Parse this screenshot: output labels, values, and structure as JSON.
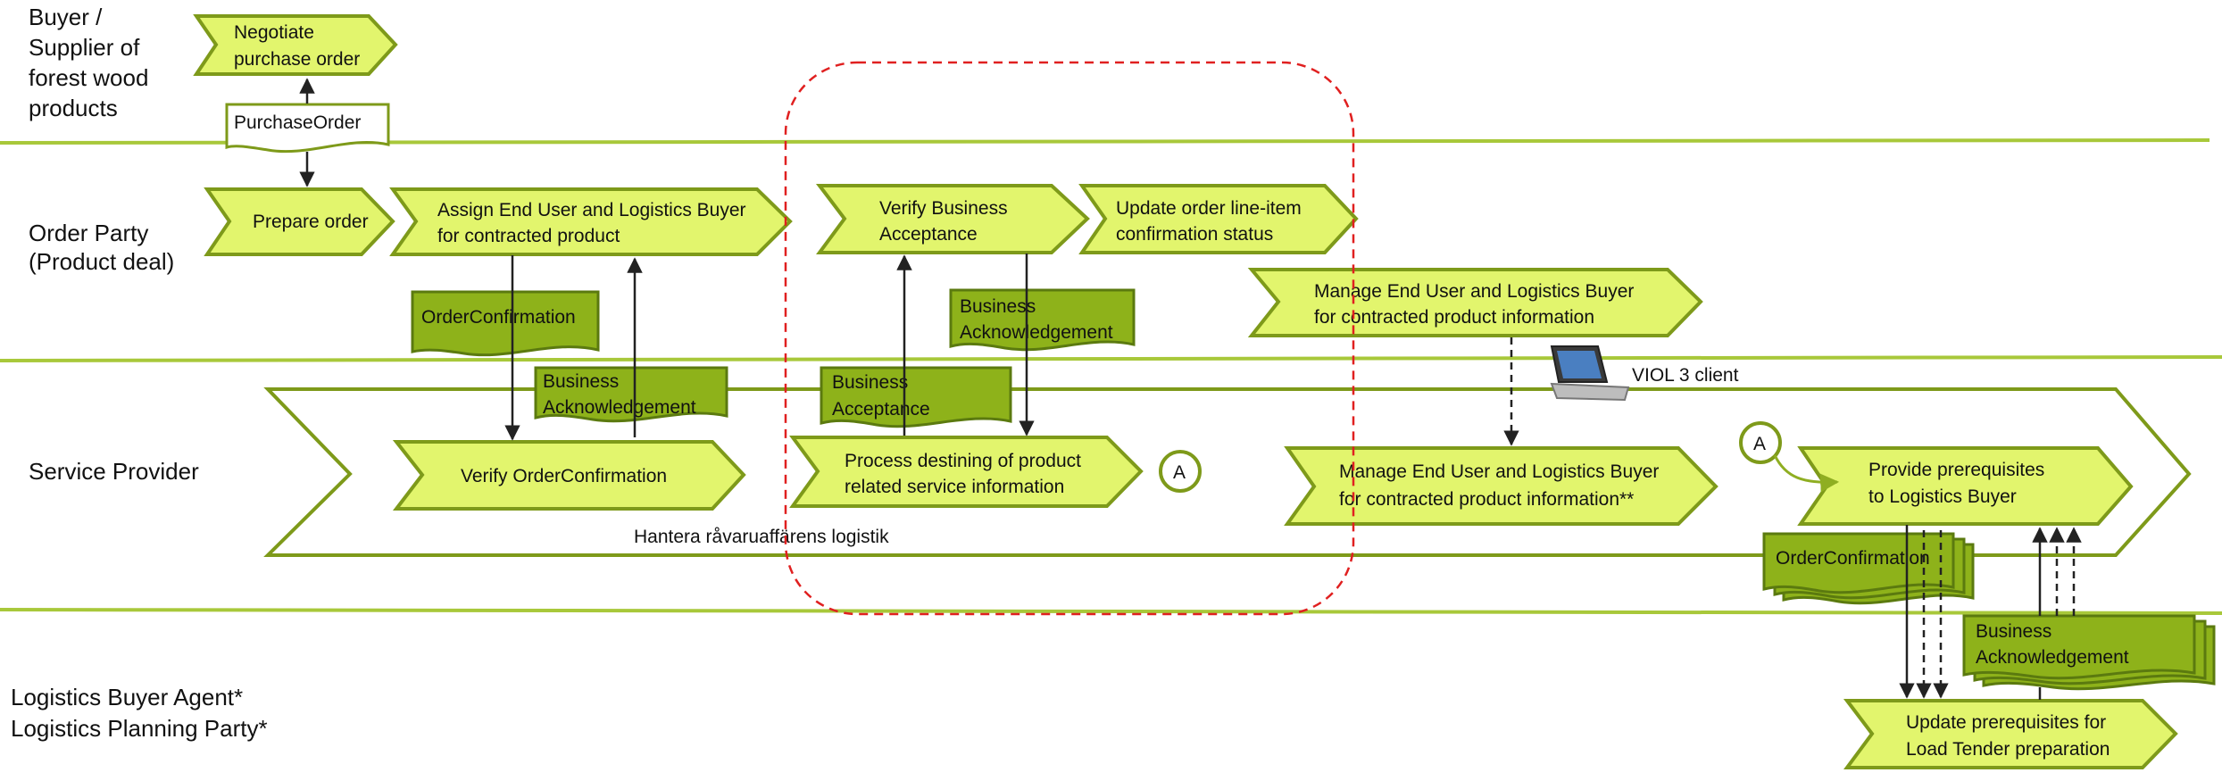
{
  "lanes": {
    "buyer": [
      "Buyer /",
      "Supplier of",
      "forest wood",
      "products"
    ],
    "order_party": [
      "Order Party",
      "(Product deal)"
    ],
    "service_provider": [
      "Service Provider"
    ],
    "logistics": [
      "Logistics Buyer Agent*",
      "Logistics Planning Party*"
    ]
  },
  "processes": {
    "negotiate": [
      "Negotiate",
      "purchase order"
    ],
    "prepare_order": [
      "Prepare order"
    ],
    "assign_end_user": [
      "Assign End User and Logistics Buyer",
      "for contracted product"
    ],
    "verify_business_acceptance": [
      "Verify Business",
      "Acceptance"
    ],
    "update_order_line": [
      "Update order line-item",
      "confirmation status"
    ],
    "manage_end_user_order": [
      "Manage End User and Logistics Buyer",
      "for contracted product information"
    ],
    "verify_order_confirmation": [
      "Verify OrderConfirmation"
    ],
    "process_destining": [
      "Process destining of product",
      "related service information"
    ],
    "manage_end_user_sp": [
      "Manage End User and Logistics Buyer",
      "for contracted product information**"
    ],
    "provide_prerequisites": [
      "Provide prerequisites",
      "to Logistics Buyer"
    ],
    "update_prerequisites": [
      "Update prerequisites for",
      "Load Tender preparation"
    ]
  },
  "documents": {
    "purchase_order": [
      "PurchaseOrder"
    ],
    "order_confirmation_1": [
      "OrderConfirmation"
    ],
    "business_ack_1": [
      "Business",
      "Acknowledgement"
    ],
    "business_ack_2": [
      "Business",
      "Acknowledgement"
    ],
    "business_acceptance": [
      "Business",
      "Acceptance"
    ],
    "order_confirmation_stack": [
      "OrderConfirmation"
    ],
    "business_ack_stack": [
      "Business",
      "Acknowledgement"
    ]
  },
  "connectors": {
    "a1": "A",
    "a2": "A"
  },
  "labels": {
    "viol_client": "VIOL 3 client",
    "hantera": "Hantera råvaruaffärens logistik"
  },
  "colors": {
    "process_fill": "#e2f56d",
    "process_stroke": "#7e9a1a",
    "doc_fill": "#8eb21a",
    "doc_stroke": "#5b7a0f",
    "lane_line": "#a8c83a",
    "highlight": "#e02020"
  }
}
